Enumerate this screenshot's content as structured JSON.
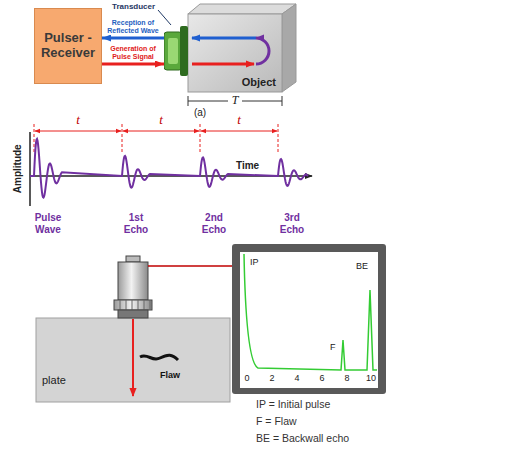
{
  "diagram": {
    "nodes": [
      {
        "text": [
          "Pulser - Receiver"
        ]
      },
      {
        "text": [
          "Transducer"
        ]
      },
      {
        "text": [
          "Object"
        ]
      },
      {
        "text": [
          "plate",
          "Flaw"
        ]
      },
      {
        "text": [
          "IP",
          "F",
          "BE"
        ]
      }
    ],
    "edges": [
      {
        "from": 1,
        "to": 0,
        "arrow": "to",
        "label": "Reception of Reflected Wave"
      },
      {
        "from": 0,
        "to": 1,
        "arrow": "to",
        "label": "Generation of Pulse Signal"
      }
    ],
    "labels": [
      "T",
      "(a)",
      "Amplitude",
      "t",
      "t",
      "t",
      "Time",
      "Pulse Wave",
      "1st Echo",
      "2nd Echo",
      "3rd Echo",
      "0",
      "2",
      "4",
      "6",
      "8",
      "10",
      "IP = Initial pulse",
      "F = Flaw",
      "BE = Backwall echo"
    ]
  }
}
